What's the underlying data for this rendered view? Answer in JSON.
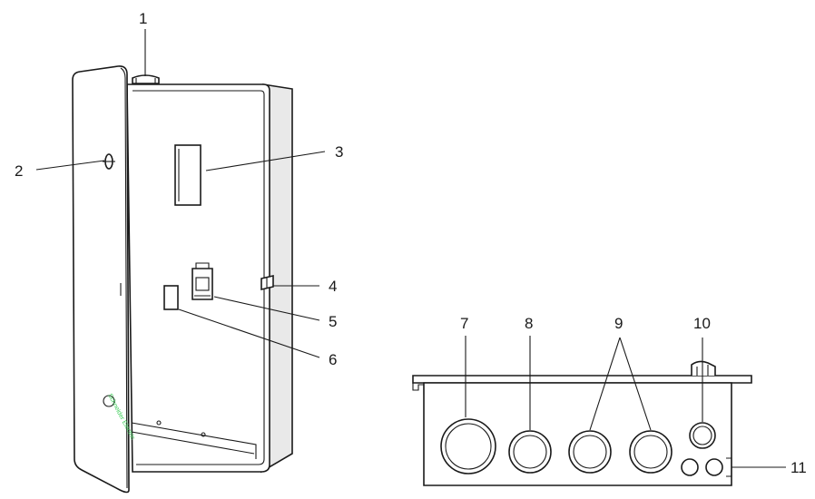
{
  "callouts": {
    "c1": "1",
    "c2": "2",
    "c3": "3",
    "c4": "4",
    "c5": "5",
    "c6": "6",
    "c7": "7",
    "c8": "8",
    "c9": "9",
    "c10": "10",
    "c11": "11"
  },
  "logo": {
    "text": "Schneider Electric",
    "color": "#3dcd58"
  },
  "line_color": "#1a1a1a"
}
